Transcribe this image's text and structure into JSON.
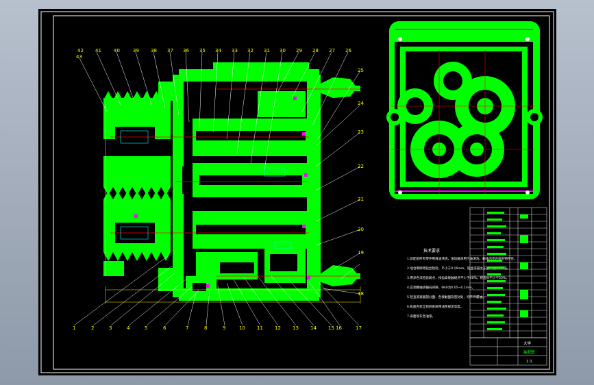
{
  "colors": {
    "background": "#000000",
    "frame": "#ffffff",
    "part": "#00ff00",
    "leader": "#ffffff",
    "label": "#ffff00",
    "axis": "#ff0000",
    "bore": "#00ffff",
    "accent": "#ff00ff"
  },
  "callouts": {
    "top": [
      "42",
      "43",
      "41",
      "40",
      "39",
      "38",
      "37",
      "36",
      "35",
      "34",
      "33",
      "32",
      "31",
      "30",
      "29",
      "28",
      "27",
      "26"
    ],
    "right": [
      "25",
      "24",
      "23",
      "22",
      "21",
      "20",
      "19",
      "18"
    ],
    "bottom": [
      "1",
      "2",
      "3",
      "4",
      "5",
      "6",
      "7",
      "8",
      "9",
      "10",
      "11",
      "12",
      "13",
      "14",
      "15",
      "16",
      "17"
    ]
  },
  "notes": {
    "title": "技术要求",
    "lines": [
      "1.装配前所有零件用煤油清洗，滚动轴承用汽油清洗，箱体内不许有杂物存在。",
      "2.啮合侧隙用铅丝检验，不小于0.16mm，铅丝不得大于最小侧隙的4倍。",
      "3.用涂色法检验斑点，按齿高接触斑点不少于40%，按齿长不少于50%。",
      "4.应调整轴承轴向间隙，Φ40为0.05~0.1mm。",
      "5.检查减速器剖分面、各接触面及密封处，均不许漏油。",
      "6.机座内装全损耗系统用油至规定高度。",
      "7.表面涂灰色油漆。"
    ]
  },
  "title_block": {
    "school": "大学",
    "drawing": "装配图",
    "scale": "1:1"
  }
}
